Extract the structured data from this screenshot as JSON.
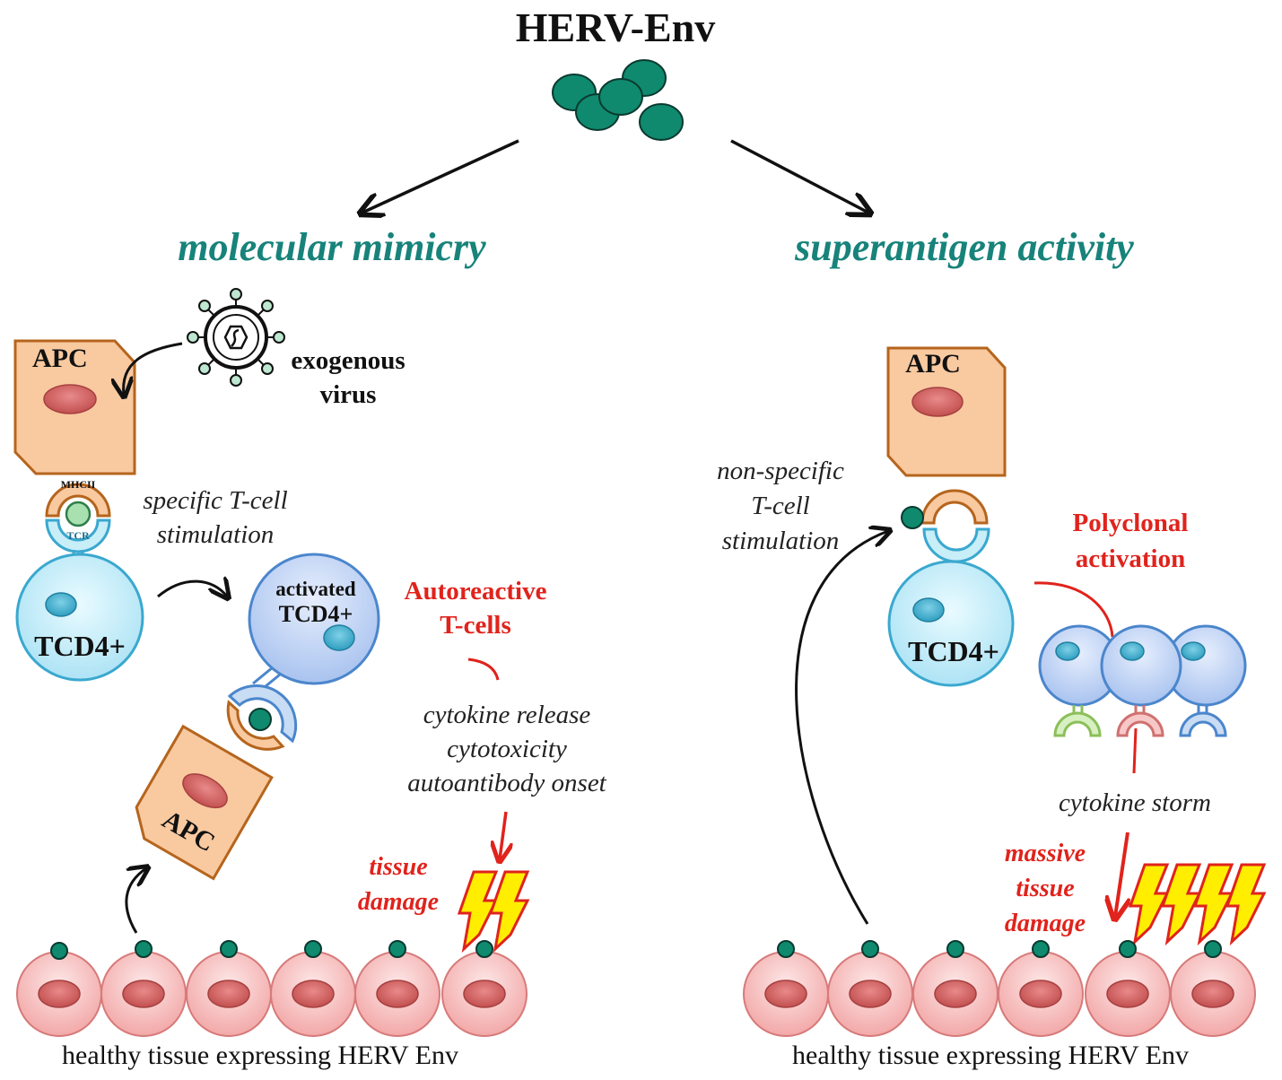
{
  "title": "HERV-Env",
  "left": {
    "heading": "molecular mimicry",
    "apc_label_top": "APC",
    "virus_label_line1": "exogenous",
    "virus_label_line2": "virus",
    "mhc_label": "MHCII",
    "tcr_label": "TCR",
    "stim_line1": "specific T-cell",
    "stim_line2": "stimulation",
    "tcd4_label": "TCD4+",
    "activated_line1": "activated",
    "activated_line2": "TCD4+",
    "apc_label_bottom": "APC",
    "autoreactive_line1": "Autoreactive",
    "autoreactive_line2": "T-cells",
    "effects": [
      "cytokine release",
      "cytotoxicity",
      "autoantibody onset"
    ],
    "damage_line1": "tissue",
    "damage_line2": "damage",
    "tissue_label": "healthy tissue expressing HERV Env"
  },
  "right": {
    "heading": "superantigen activity",
    "apc_label": "APC",
    "stim_lines": [
      "non-specific",
      "T-cell",
      "stimulation"
    ],
    "polyclonal_line1": "Polyclonal",
    "polyclonal_line2": "activation",
    "tcd4_label": "TCD4+",
    "storm_label": "cytokine storm",
    "damage_lines": [
      "massive",
      "tissue",
      "damage"
    ],
    "tissue_label": "healthy tissue expressing HERV Env"
  },
  "colors": {
    "teal": "#0f8a6e",
    "heading_teal": "#17837a",
    "apc_fill": "#f9c9a0",
    "apc_stroke": "#b5651d",
    "tcell_fill": "#c8eef8",
    "tcell_stroke": "#3aa8cf",
    "activated_fill": "#bcd3f6",
    "activated_stroke": "#4b86cc",
    "tissue_fill": "#f7c0c0",
    "nucleus": "#d06262",
    "red": "#e0231c",
    "bolt_fill": "#ffee00"
  }
}
